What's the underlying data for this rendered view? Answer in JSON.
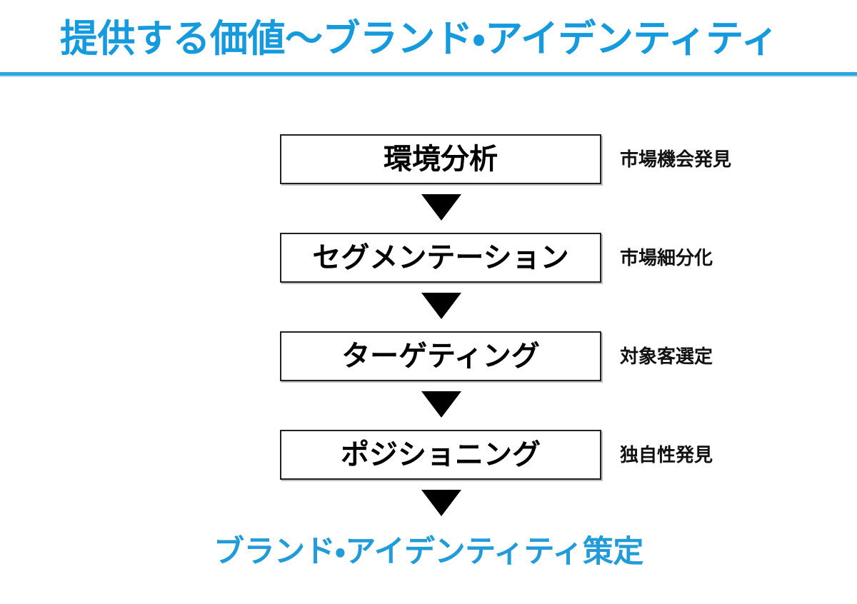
{
  "slide": {
    "title": "提供する価値〜ブランド・アイデンティティ",
    "accent_color": "#159ADE",
    "rule_color": "#2BA6E0",
    "box_border_color": "#231f20",
    "outcome_color": "#229BDB"
  },
  "flow": {
    "steps": [
      {
        "label": "環境分析",
        "note": "市場機会発見"
      },
      {
        "label": "セグメンテーション",
        "note": "市場細分化"
      },
      {
        "label": "ターゲティング",
        "note": "対象客選定"
      },
      {
        "label": "ポジショニング",
        "note": "独自性発見"
      }
    ],
    "arrow_icon": "triangle-down-icon"
  },
  "outcome": {
    "label": "ブランド・アイデンティティ策定"
  }
}
